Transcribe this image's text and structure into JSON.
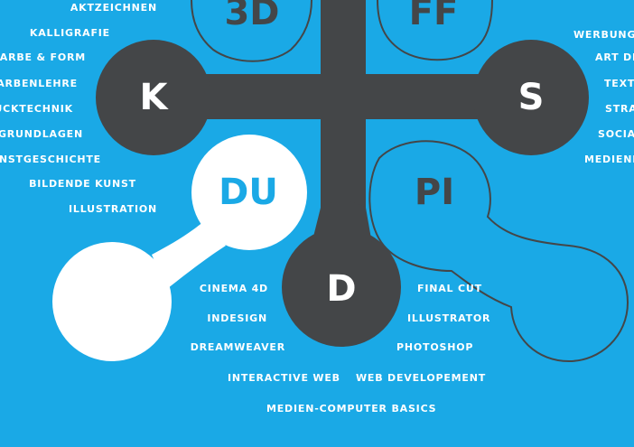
{
  "colors": {
    "background": "#1aa9e6",
    "dark": "#444648",
    "white": "#ffffff"
  },
  "nodes": {
    "k": "K",
    "s": "S",
    "du": "DU",
    "pi": "PI",
    "d": "D",
    "three_d": "3D",
    "ff": "FF"
  },
  "left_labels": [
    "AKTZEICHNEN",
    "KALLIGRAFIE",
    "FARBE & FORM",
    "FARBENLEHRE",
    "RUCKTECHNIK",
    "SGRUNDLAGEN",
    "KUNSTGESCHICHTE",
    "BILDENDE KUNST",
    "ILLUSTRATION"
  ],
  "right_labels": [
    "WERBUNG",
    "ART DIR",
    "TEXT",
    "STRAT",
    "SOCIAL",
    "MEDIENR"
  ],
  "software_left": [
    "CINEMA 4D",
    "INDESIGN",
    "DREAMWEAVER",
    "INTERACTIVE WEB"
  ],
  "software_right": [
    "FINAL CUT",
    "ILLUSTRATOR",
    "PHOTOSHOP",
    "WEB DEVELOPEMENT"
  ],
  "software_bottom": "MEDIEN-COMPUTER BASICS"
}
